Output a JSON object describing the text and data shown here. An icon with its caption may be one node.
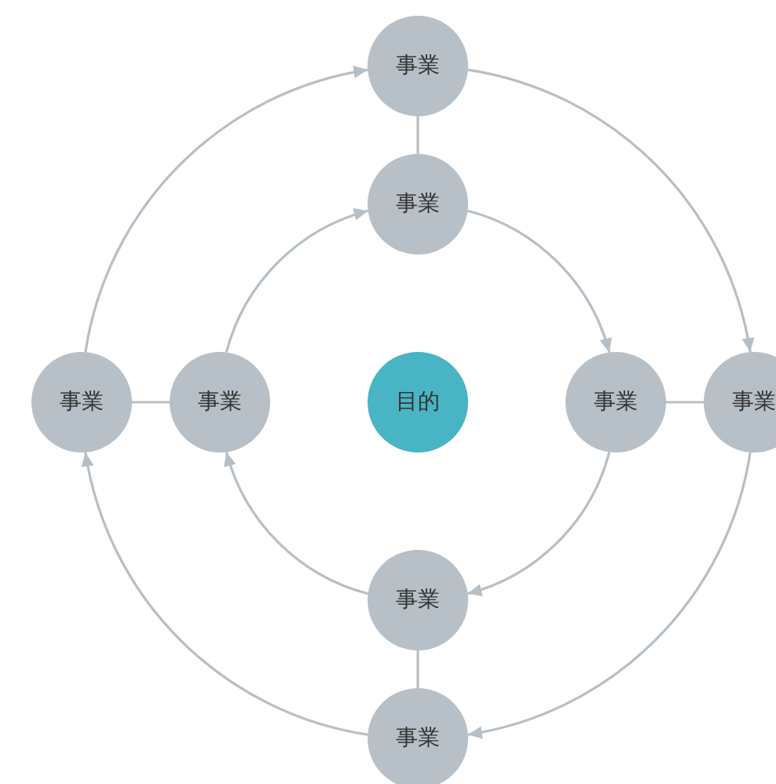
{
  "diagram": {
    "nodes": [
      {
        "text": [
          "事業"
        ]
      },
      {
        "text": [
          "事業"
        ]
      },
      {
        "text": [
          "事業"
        ]
      },
      {
        "text": [
          "事業"
        ]
      },
      {
        "text": [
          "目的"
        ]
      },
      {
        "text": [
          "事業"
        ]
      },
      {
        "text": [
          "事業"
        ]
      },
      {
        "text": [
          "事業"
        ]
      },
      {
        "text": [
          "事業"
        ]
      }
    ],
    "edges": [
      {
        "from": 0,
        "to": 1,
        "arrow": "none"
      },
      {
        "from": 2,
        "to": 3,
        "arrow": "none"
      },
      {
        "from": 5,
        "to": 6,
        "arrow": "none"
      },
      {
        "from": 7,
        "to": 8,
        "arrow": "none"
      },
      {
        "from": 3,
        "to": 1,
        "arrow": "to"
      },
      {
        "from": 1,
        "to": 5,
        "arrow": "to"
      },
      {
        "from": 5,
        "to": 7,
        "arrow": "to"
      },
      {
        "from": 7,
        "to": 3,
        "arrow": "to"
      },
      {
        "from": 2,
        "to": 0,
        "arrow": "to"
      },
      {
        "from": 0,
        "to": 6,
        "arrow": "to"
      },
      {
        "from": 6,
        "to": 8,
        "arrow": "to"
      },
      {
        "from": 8,
        "to": 2,
        "arrow": "to"
      }
    ]
  }
}
